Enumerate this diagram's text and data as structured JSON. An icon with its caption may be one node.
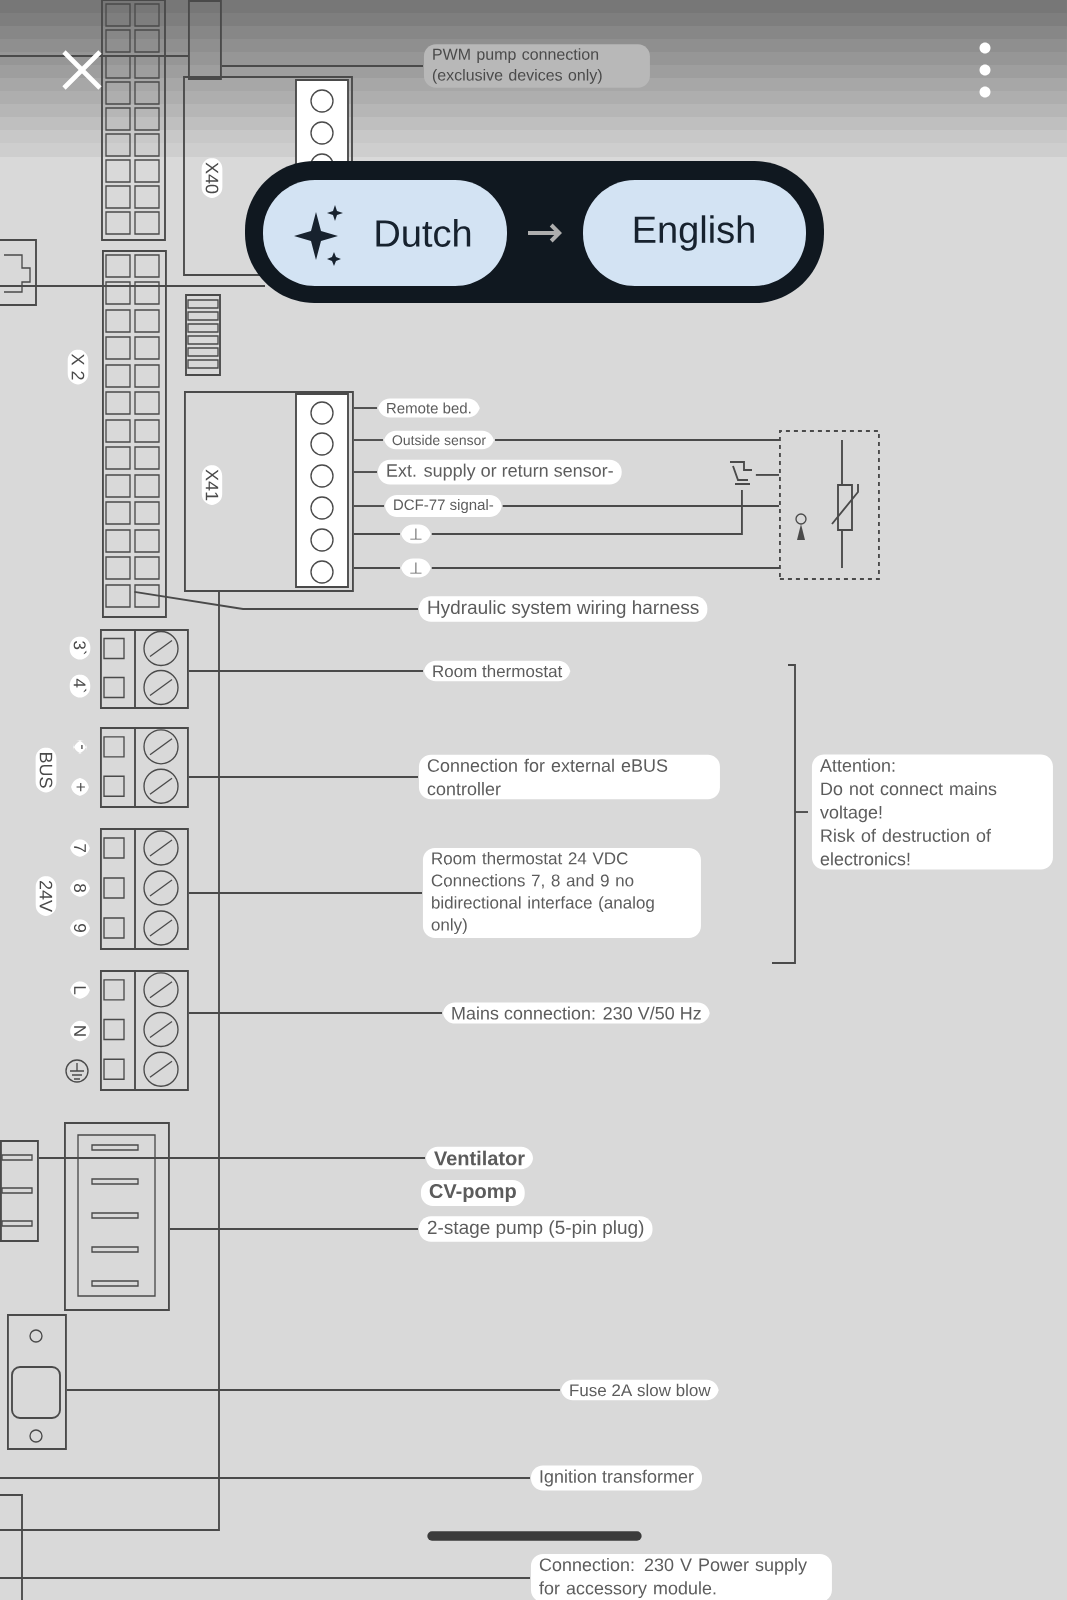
{
  "diagram": {
    "nodes": [
      {
        "text": [
          "PWM pump connection (exclusive devices only)"
        ]
      },
      {
        "text": [],
        "shape": "box"
      },
      {
        "text": [],
        "shape": "box"
      },
      {
        "text": [],
        "shape": "box"
      },
      {
        "text": [
          "Remote bed."
        ]
      },
      {
        "text": [
          "Outside sensor"
        ]
      },
      {
        "text": [
          "Ext. supply or return sensor-"
        ]
      },
      {
        "text": [
          "DCF-77 signal-"
        ]
      },
      {
        "text": [
          "⊥"
        ]
      },
      {
        "text": [
          "⊥"
        ]
      },
      {
        "text": [],
        "shape": "picture"
      },
      {
        "text": [],
        "shape": "box"
      },
      {
        "text": [
          "Hydraulic system wiring harness"
        ]
      },
      {
        "text": [],
        "shape": "box"
      },
      {
        "text": [
          "Room thermostat"
        ]
      },
      {
        "text": [],
        "shape": "box"
      },
      {
        "text": [
          "Connection for external eBUS controller"
        ]
      },
      {
        "text": [],
        "shape": "box"
      },
      {
        "text": [
          "Room thermostat 24 VDC",
          "Connections 7, 8 and 9 no bidirectional interface (analog only)"
        ]
      },
      {
        "text": [
          "Attention:",
          "Do not connect mains voltage!",
          "Risk of destruction of electronics!"
        ]
      },
      {
        "text": [],
        "shape": "box"
      },
      {
        "text": [
          "Mains connection: 230 V/50 Hz"
        ]
      },
      {
        "text": [],
        "shape": "box"
      },
      {
        "text": [
          "Ventilator"
        ]
      },
      {
        "text": [
          "CV-pomp"
        ]
      },
      {
        "text": [],
        "shape": "box"
      },
      {
        "text": [
          "2-stage pump (5-pin plug)"
        ]
      },
      {
        "text": [],
        "shape": "box"
      },
      {
        "text": [
          "Fuse 2A slow blow"
        ]
      },
      {
        "text": [
          "Ignition transformer"
        ]
      },
      {
        "text": [
          "Connection: 230 V Power supply for accessory module."
        ]
      }
    ],
    "edges": [
      {
        "from": 1,
        "to": 0,
        "arrow": "none"
      },
      {
        "from": 3,
        "to": 4,
        "arrow": "none"
      },
      {
        "from": 3,
        "to": 5,
        "arrow": "none"
      },
      {
        "from": 3,
        "to": 6,
        "arrow": "none"
      },
      {
        "from": 3,
        "to": 7,
        "arrow": "none"
      },
      {
        "from": 3,
        "to": 8,
        "arrow": "none"
      },
      {
        "from": 3,
        "to": 9,
        "arrow": "none"
      },
      {
        "from": 5,
        "to": 11,
        "arrow": "none"
      },
      {
        "from": 7,
        "to": 11,
        "arrow": "none"
      },
      {
        "from": 8,
        "to": 10,
        "arrow": "none"
      },
      {
        "from": 10,
        "to": 11,
        "arrow": "none"
      },
      {
        "from": 9,
        "to": 11,
        "arrow": "none"
      },
      {
        "from": 2,
        "to": 12,
        "arrow": "none"
      },
      {
        "from": 13,
        "to": 14,
        "arrow": "none"
      },
      {
        "from": 15,
        "to": 16,
        "arrow": "none"
      },
      {
        "from": 17,
        "to": 18,
        "arrow": "none"
      },
      {
        "from": 20,
        "to": 21,
        "arrow": "none"
      },
      {
        "from": 22,
        "to": 23,
        "arrow": "none"
      },
      {
        "from": 25,
        "to": 26,
        "arrow": "none"
      },
      {
        "from": 27,
        "to": 28,
        "arrow": "none"
      },
      {
        "from": null,
        "to": 29,
        "arrow": "none"
      },
      {
        "from": null,
        "to": 30,
        "arrow": "none"
      }
    ],
    "labels": [
      "Dutch",
      "English",
      "X40",
      "X 2",
      "X41",
      "3`",
      "4`",
      "BUS",
      "-",
      "+",
      "24V",
      "7",
      "8",
      "9",
      "L",
      "N"
    ]
  }
}
